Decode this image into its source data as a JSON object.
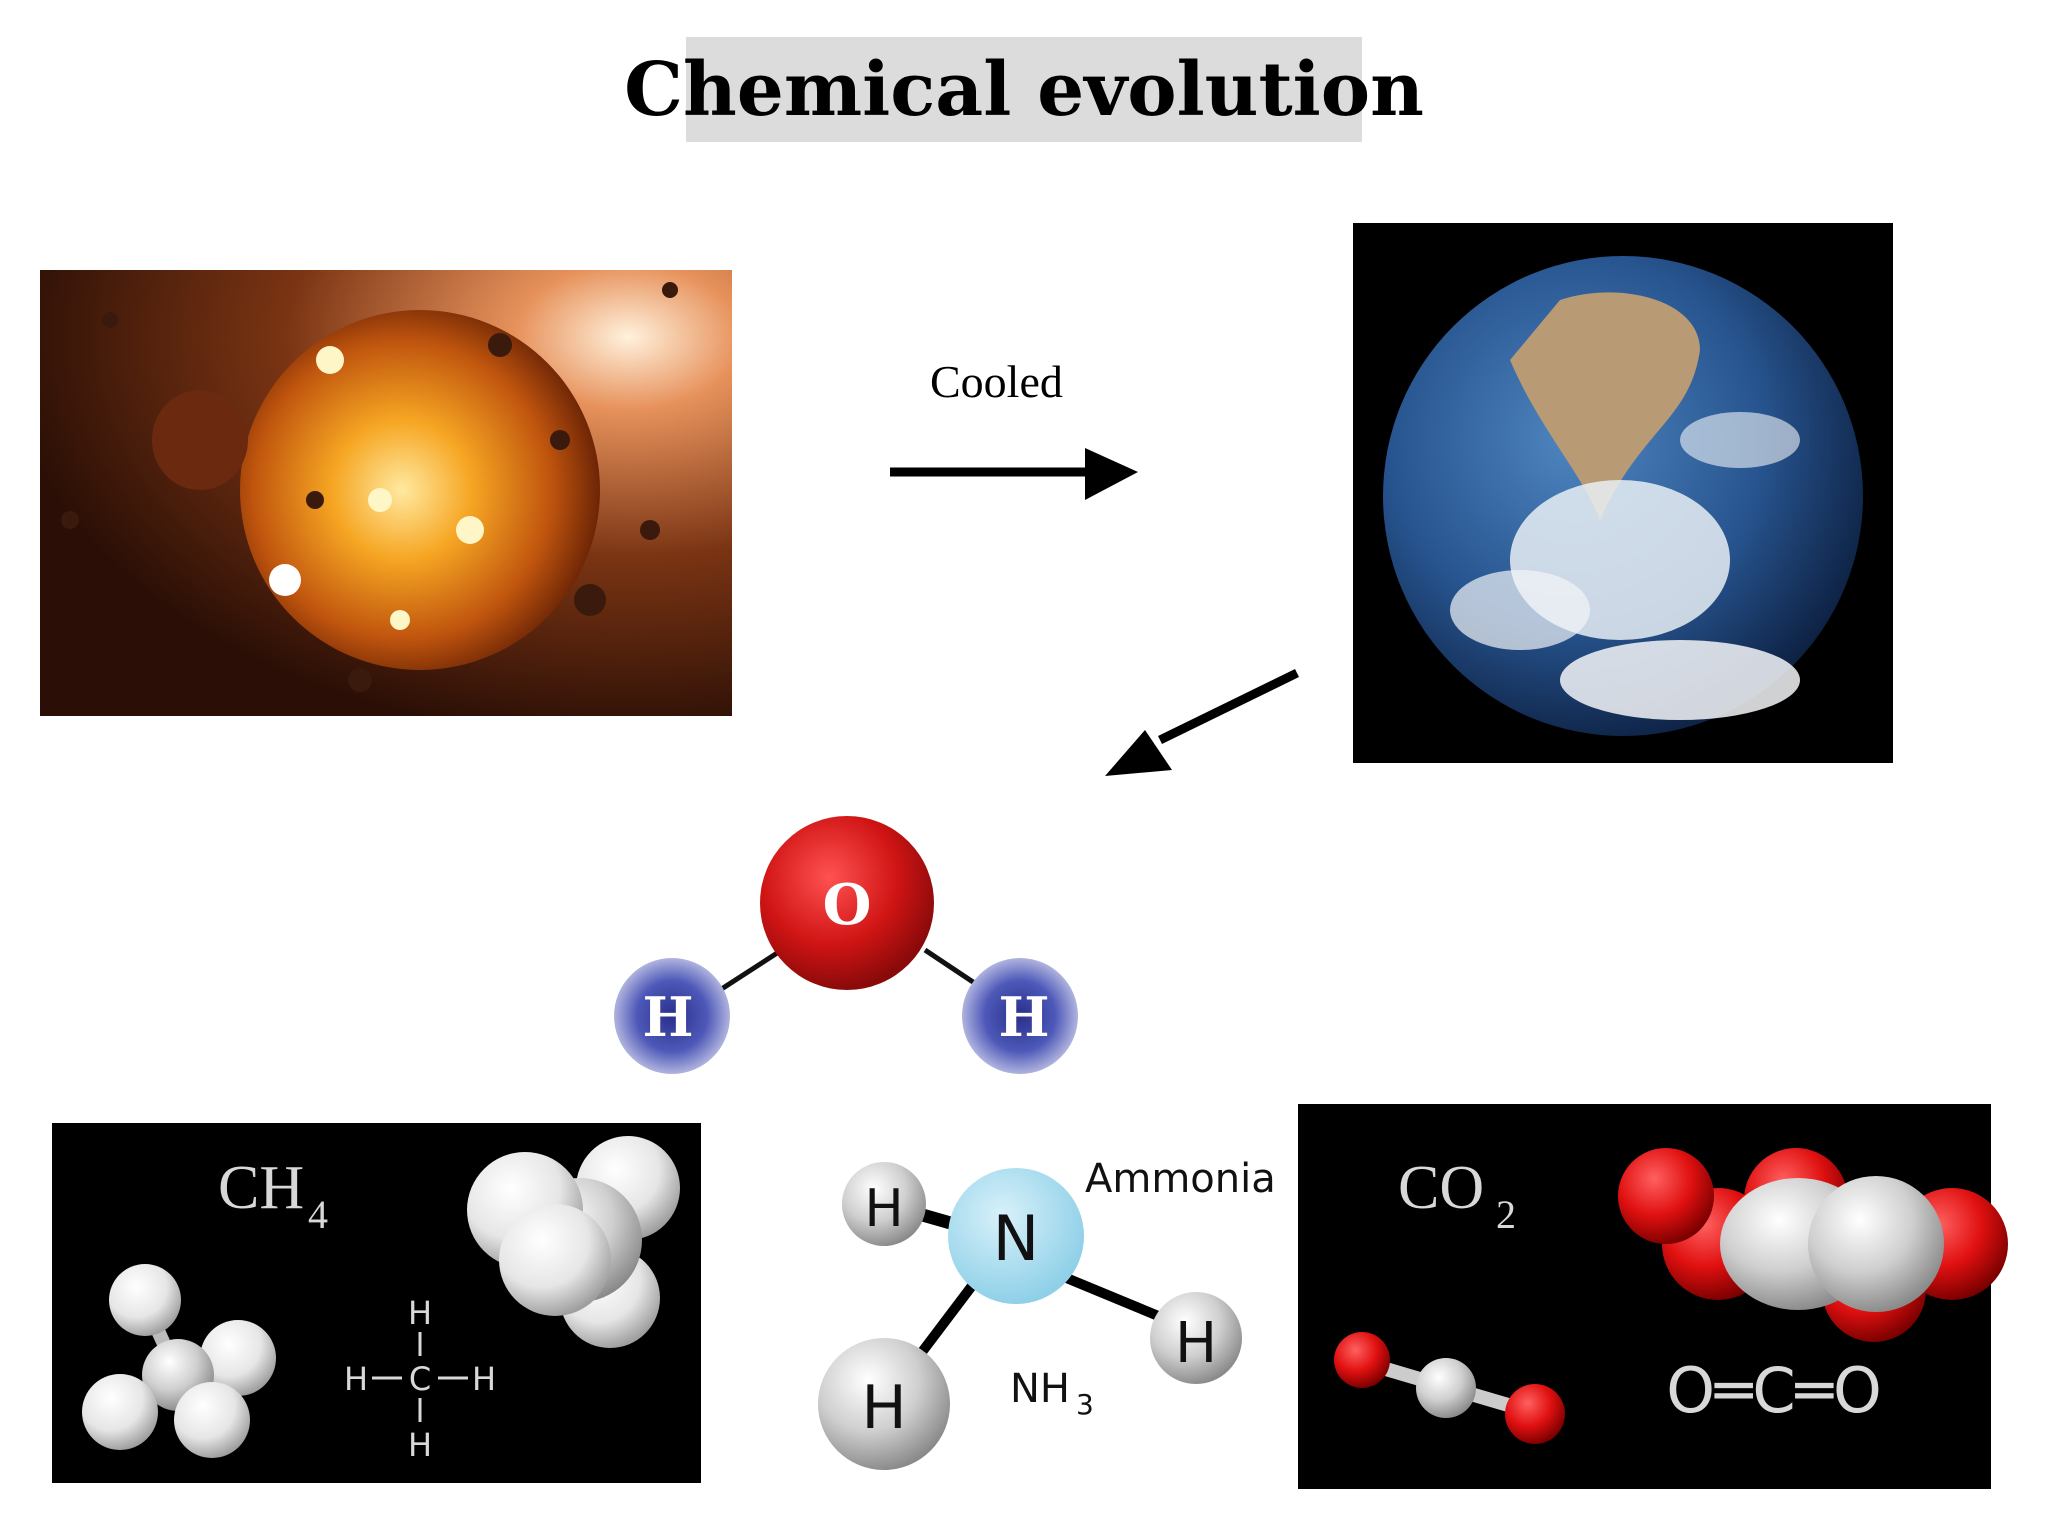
{
  "title": "Chemical evolution",
  "arrow_label": "Cooled",
  "water": {
    "o": "O",
    "h_left": "H",
    "h_right": "H"
  },
  "methane": {
    "formula": "CH",
    "subscript": "4",
    "struct": {
      "c": "C",
      "h_top": "H",
      "h_left": "H",
      "h_right": "H",
      "h_bottom": "H"
    }
  },
  "ammonia": {
    "name": "Ammonia",
    "n": "N",
    "h_tl": "H",
    "h_right": "H",
    "h_bottom": "H",
    "formula": "NH",
    "subscript": "3"
  },
  "co2": {
    "formula": "CO",
    "subscript": "2",
    "struct": "O═C═O"
  },
  "colors": {
    "title_bg": "#dcdcdc",
    "oxygen": "#d01414",
    "hydrogen_blue": "#2a2f8a",
    "nitrogen": "#a9dcee",
    "panel_bg": "#000000",
    "panel_text": "#d8d8d8"
  }
}
